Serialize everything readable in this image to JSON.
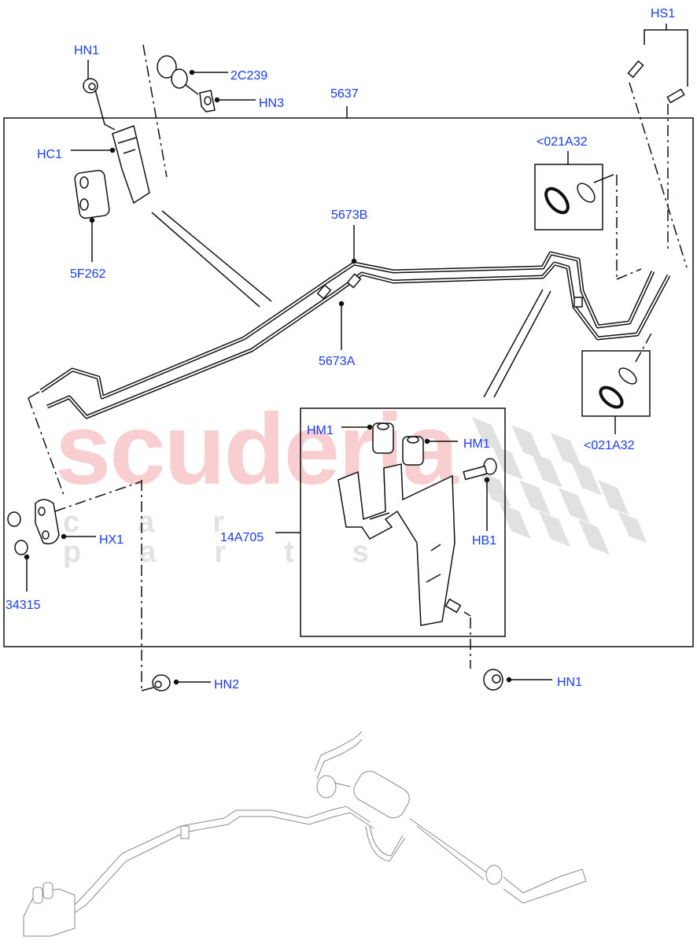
{
  "watermark": {
    "brand": "scuderia",
    "subtitle": "car parts",
    "brand_color": "#f7c6c8",
    "flag_color": "#dcdcdc"
  },
  "colors": {
    "label": "#1a3cf0",
    "line": "#111111",
    "background": "#ffffff"
  },
  "main_frame": {
    "label": "5637"
  },
  "callouts": {
    "hn1_top": "HN1",
    "c2c239": "2C239",
    "hn3": "HN3",
    "hc1": "HC1",
    "f5262": "5F262",
    "b5673": "5673B",
    "a5673": "5673A",
    "hs1": "HS1",
    "seal_top": "<021A32",
    "seal_bottom": "<021A32",
    "hx1": "HX1",
    "p34315": "34315",
    "p14a705": "14A705",
    "hm1_left": "HM1",
    "hm1_right": "HM1",
    "hb1": "HB1",
    "hn2": "HN2",
    "hn1_bottom": "HN1"
  },
  "parts": [
    {
      "id": "5637",
      "description": "pipe assembly frame"
    },
    {
      "id": "5673A",
      "description": "pipe"
    },
    {
      "id": "5673B",
      "description": "pipe"
    },
    {
      "id": "5F262",
      "description": "grommet"
    },
    {
      "id": "HC1",
      "description": "clip"
    },
    {
      "id": "HN1",
      "description": "nut"
    },
    {
      "id": "2C239",
      "description": "bolt"
    },
    {
      "id": "HN3",
      "description": "clip nut"
    },
    {
      "id": "HS1",
      "description": "screws"
    },
    {
      "id": "<021A32",
      "description": "seal kit"
    },
    {
      "id": "HX1",
      "description": "bracket"
    },
    {
      "id": "34315",
      "description": "grommets"
    },
    {
      "id": "14A705",
      "description": "bracket assembly"
    },
    {
      "id": "HM1",
      "description": "insulators"
    },
    {
      "id": "HB1",
      "description": "bolt"
    },
    {
      "id": "HN2",
      "description": "nut"
    }
  ]
}
